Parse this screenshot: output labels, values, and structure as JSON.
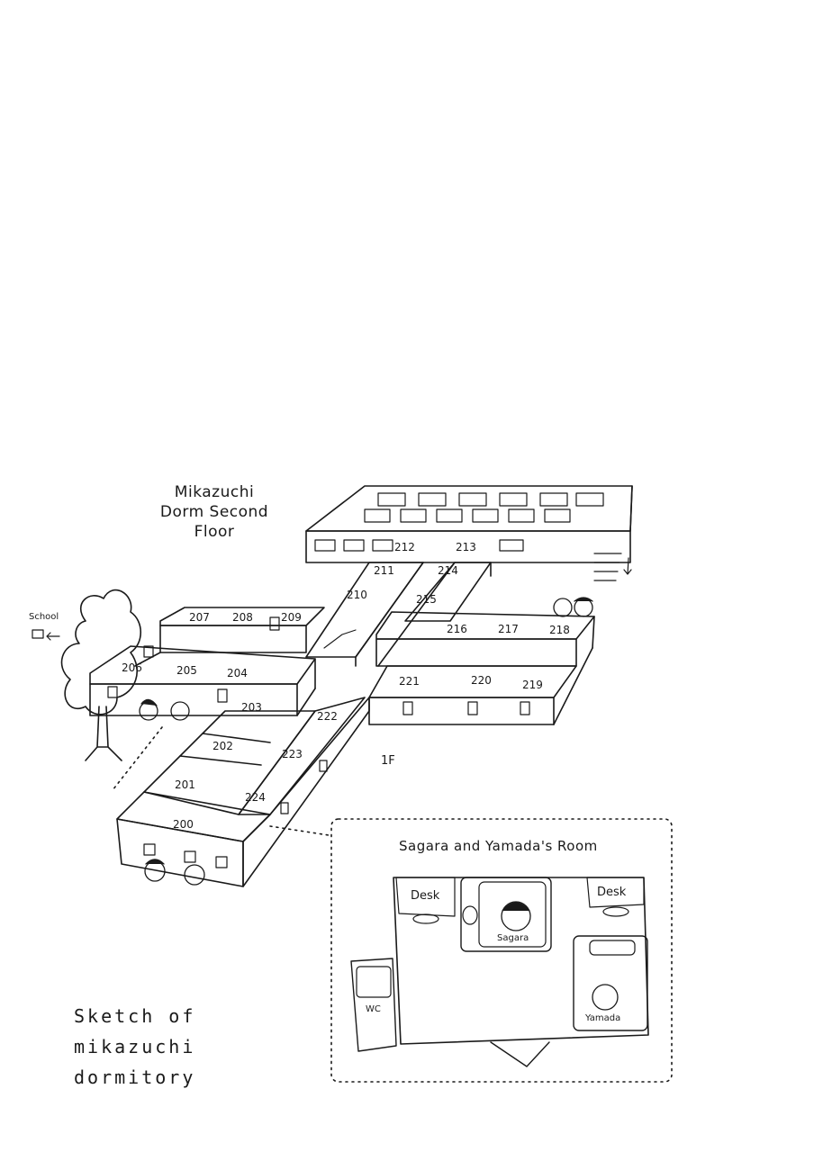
{
  "title": "Mikazuchi\nDorm Second\nFloor",
  "caption": "Sketch of\nmikazuchi\ndormitory",
  "school_label": "School",
  "stairs_label": "1F",
  "inset": {
    "title": "Sagara and Yamada's Room",
    "desk_left": "Desk",
    "desk_right": "Desk",
    "wc": "WC",
    "sagara": "Sagara",
    "yamada": "Yamada"
  },
  "rooms": [
    "200",
    "201",
    "202",
    "203",
    "204",
    "205",
    "206",
    "207",
    "208",
    "209",
    "210",
    "211",
    "212",
    "213",
    "214",
    "215",
    "216",
    "217",
    "218",
    "219",
    "220",
    "221",
    "222",
    "223",
    "224"
  ]
}
